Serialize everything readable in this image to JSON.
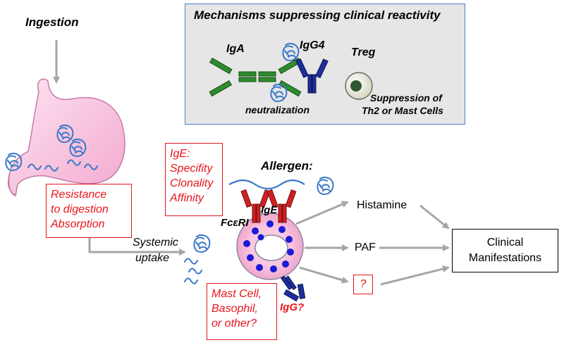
{
  "ingestion": "Ingestion",
  "mechanisms": {
    "title": "Mechanisms suppressing clinical reactivity",
    "iga": "IgA",
    "igg4": "IgG4",
    "treg": "Treg",
    "neutralization": "neutralization",
    "suppression_line1": "Suppression of",
    "suppression_line2": "Th2 or Mast Cells"
  },
  "resistance": {
    "line1": "Resistance",
    "line2": "to digestion",
    "line3": "Absorption"
  },
  "systemic": {
    "line1": "Systemic",
    "line2": "uptake"
  },
  "ige_box": {
    "line1": "IgE:",
    "line2": "Specifity",
    "line3": "Clonality",
    "line4": "Affinity"
  },
  "allergen": "Allergen:",
  "ige": "IgE",
  "fceri": "FcεRI",
  "mast_box": {
    "line1": "Mast Cell,",
    "line2": "Basophil,",
    "line3": "or other?"
  },
  "igg": "IgG?",
  "mediators": {
    "histamine": "Histamine",
    "paf": "PAF",
    "unknown": "?"
  },
  "clinical": {
    "line1": "Clinical",
    "line2": "Manifestations"
  },
  "colors": {
    "red": "#e8141b",
    "stomach": "#f7c3df",
    "allergen_blue": "#3a78c9",
    "iga_green": "#2e8b2e",
    "igg_blue": "#1f2e9c",
    "ige_red": "#cc2222",
    "granule_blue": "#1b1bd6",
    "arrow_gray": "#a6a6a6"
  }
}
